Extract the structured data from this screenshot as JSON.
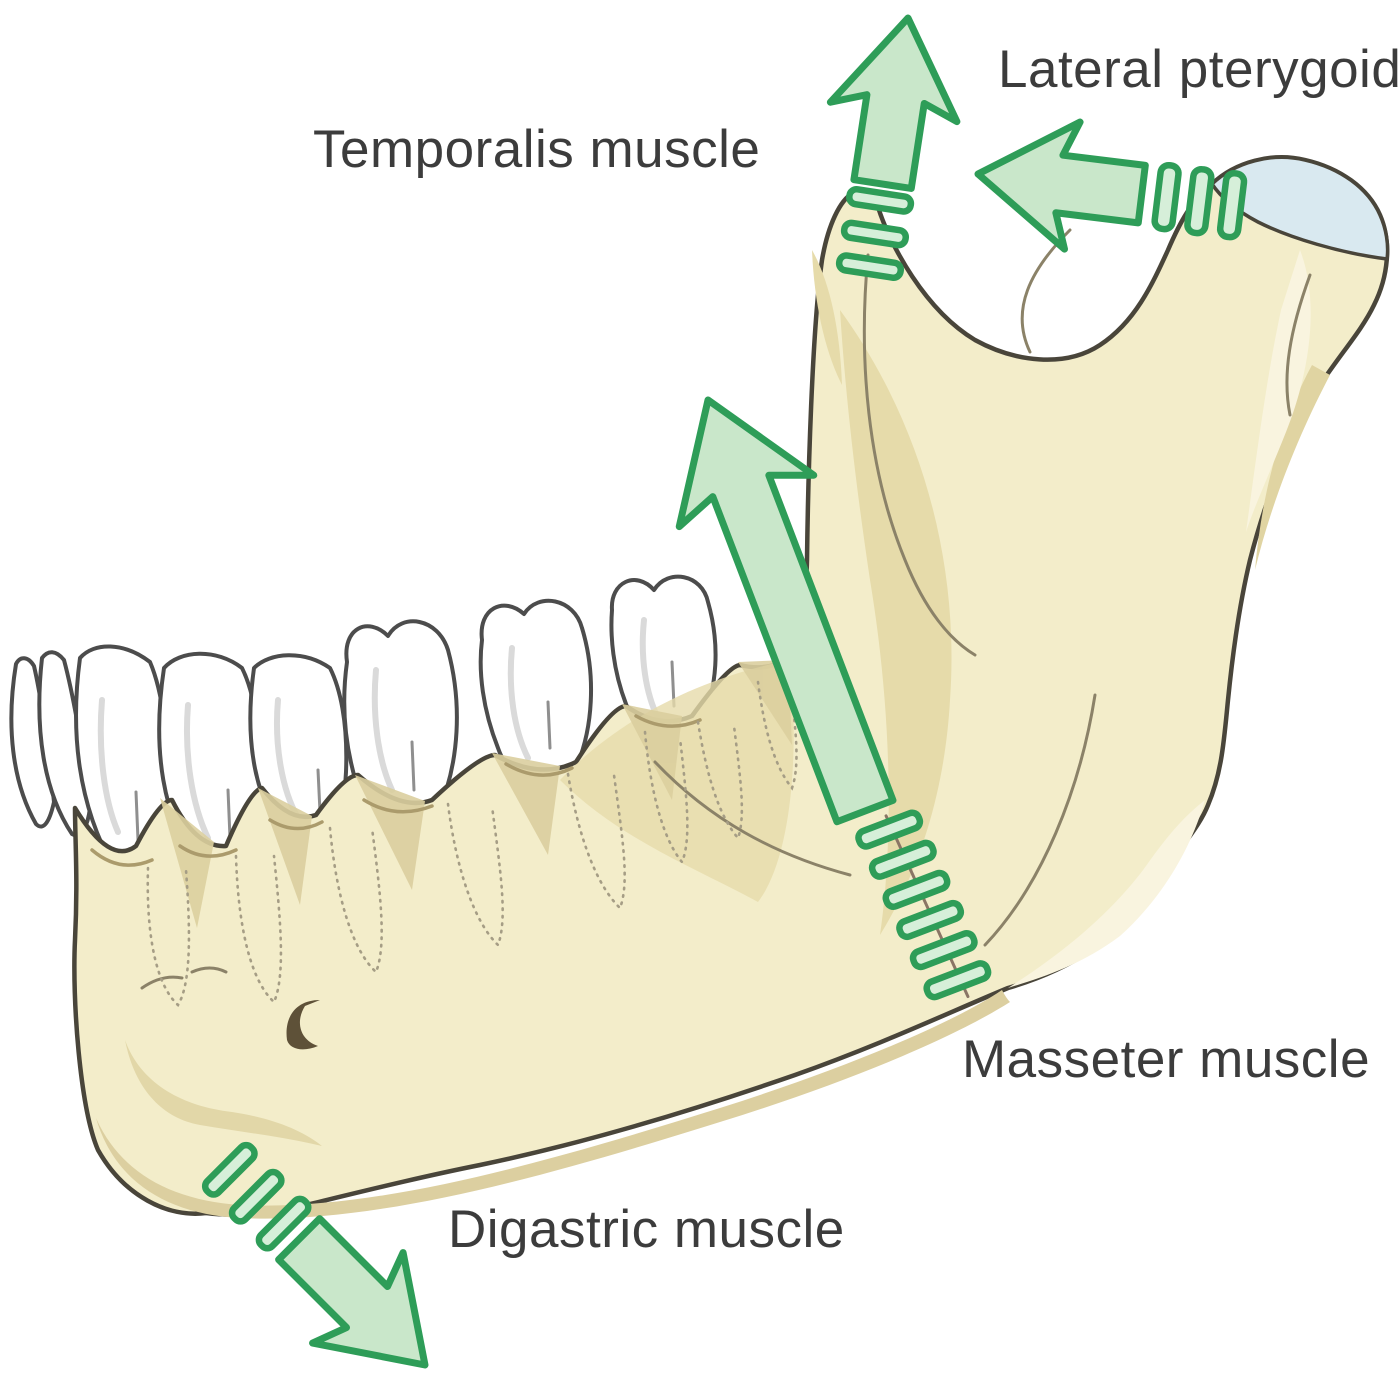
{
  "diagram": {
    "subject": "Lower jaw (mandible) with jaw-muscle pull-direction arrows",
    "labels": {
      "temporalis": {
        "text": "Temporalis muscle"
      },
      "lateral_pterygoid": {
        "text": "Lateral pterygoid"
      },
      "masseter": {
        "text": "Masseter muscle"
      },
      "digastric": {
        "text": "Digastric muscle"
      }
    },
    "arrows": [
      {
        "id": "temporalis-arrow",
        "label": "Temporalis muscle",
        "direction": "up, slightly right-tilted",
        "attachment": "coronoid process",
        "dashes": 3
      },
      {
        "id": "lateral-pterygoid-arrow",
        "label": "Lateral pterygoid",
        "direction": "left, slightly upward",
        "attachment": "condylar neck",
        "dashes": 3
      },
      {
        "id": "masseter-arrow",
        "label": "Masseter muscle",
        "direction": "up-left along ramus",
        "attachment": "angle of mandible",
        "dashes": 6
      },
      {
        "id": "digastric-arrow",
        "label": "Digastric muscle",
        "direction": "down-right from chin",
        "attachment": "lower border near chin",
        "dashes": 3
      }
    ],
    "colors": {
      "background": "#ffffff",
      "arrow_fill": "#c9e7ca",
      "arrow_dash_fill": "#d6efd9",
      "arrow_stroke": "#2e9d58",
      "bone_fill": "#f3edca",
      "bone_shade": "#e6dbaa",
      "bone_deep_shade": "#dbcf9f",
      "bone_highlight": "#f9f4df",
      "bone_outline": "#49453a",
      "tooth_fill": "#ffffff",
      "tooth_outline": "#4c4c4c",
      "condyle_cartilage_fill": "#d9e9f0",
      "label_text": "#3c3c3c",
      "foramen": "#5e5138"
    }
  }
}
